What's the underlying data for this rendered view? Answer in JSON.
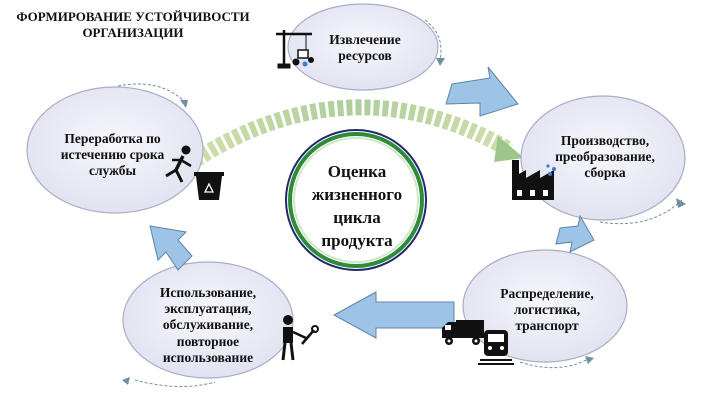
{
  "diagram": {
    "title_line1": "ФОРМИРОВАНИЕ УСТОЙЧИВОСТИ",
    "title_line2": "ОРГАНИЗАЦИИ",
    "center_line1": "Оценка",
    "center_line2": "жизненного",
    "center_line3": "цикла",
    "center_line4": "продукта",
    "stages": {
      "extraction": {
        "line1": "Извлечение",
        "line2": "ресурсов"
      },
      "production": {
        "line1": "Производство,",
        "line2": "преобразование,",
        "line3": "сборка"
      },
      "distribution": {
        "line1": "Распределение,",
        "line2": "логистика,",
        "line3": "транспорт"
      },
      "usage": {
        "line1": "Использование,",
        "line2": "эксплуатация,",
        "line3": "обслуживание,",
        "line4": "повторное",
        "line5": "использование"
      },
      "recycling": {
        "line1": "Переработка по",
        "line2": "истечению срока",
        "line3": "службы"
      }
    }
  },
  "colors": {
    "ellipse_fill": "#e9eaf5",
    "ellipse_stroke": "#a9adc6",
    "arrow_fill": "#9cc4e6",
    "arrow_stroke": "#5f83a8",
    "center_ring": "#2f8a3a",
    "arc_green": "#a9c98a"
  },
  "icons": [
    "crane-resources-icon",
    "factory-icon",
    "truck-icon",
    "train-icon",
    "worker-wrench-icon",
    "person-running-icon",
    "recycle-bin-icon"
  ]
}
